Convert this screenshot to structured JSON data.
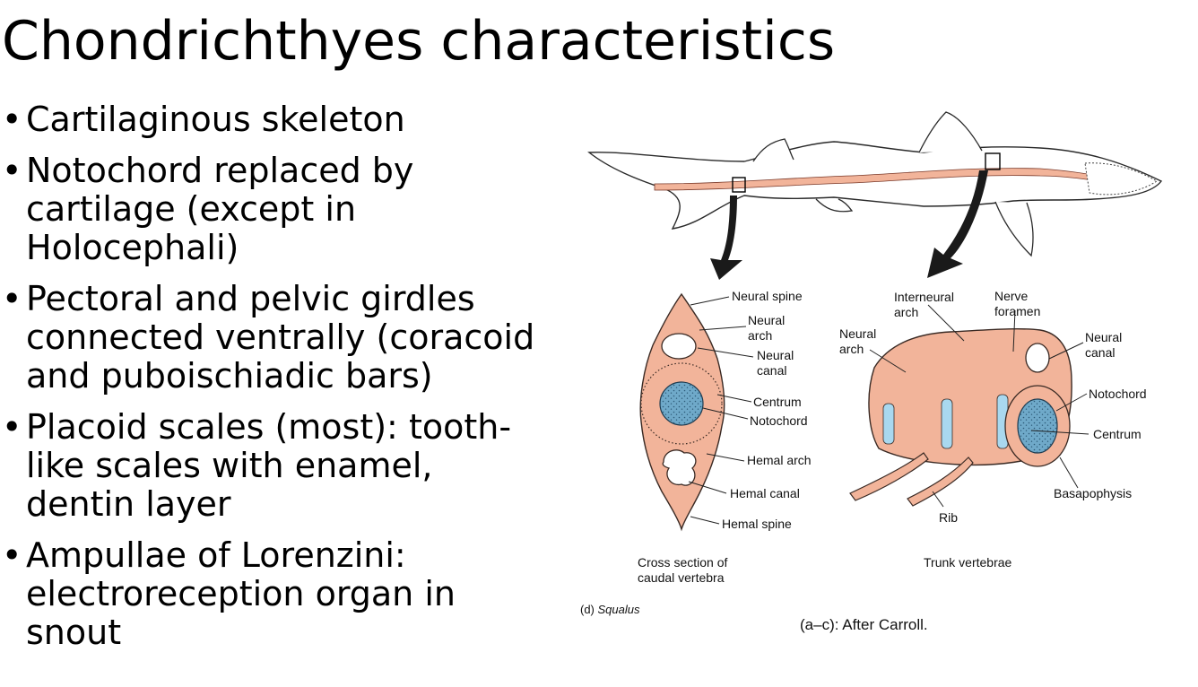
{
  "title": "Chondrichthyes characteristics",
  "bullets": [
    "Cartilaginous skeleton",
    "Notochord replaced by cartilage (except in Holocephali)",
    "Pectoral and pelvic girdles connected ventrally (coracoid and puboischiadic bars)",
    "Placoid scales (most): tooth-like scales with enamel, dentin layer",
    "Ampullae of Lorenzini: electroreception organ in snout"
  ],
  "figure": {
    "caudal_labels": {
      "neural_spine": "Neural spine",
      "neural_arch": "Neural arch",
      "neural_canal": "Neural canal",
      "centrum": "Centrum",
      "notochord": "Notochord",
      "hemal_arch": "Hemal arch",
      "hemal_canal": "Hemal canal",
      "hemal_spine": "Hemal spine"
    },
    "trunk_labels": {
      "interneural_arch": "Interneural arch",
      "nerve_foramen": "Nerve foramen",
      "neural_arch": "Neural arch",
      "neural_canal": "Neural canal",
      "notochord": "Notochord",
      "centrum": "Centrum",
      "basapophysis": "Basapophysis",
      "rib": "Rib"
    },
    "caption_left": "Cross section of caudal vertebra",
    "caption_right": "Trunk vertebrae",
    "panel_prefix": "(d)",
    "panel_label": "Squalus",
    "credit": "(a–c): After Carroll."
  },
  "colors": {
    "cartilage": "#f2b49a",
    "notochord": "#6fa9c9",
    "intervertebral": "#a9d8ef",
    "outline": "#3a2a24",
    "arrow": "#1a1a1a"
  }
}
